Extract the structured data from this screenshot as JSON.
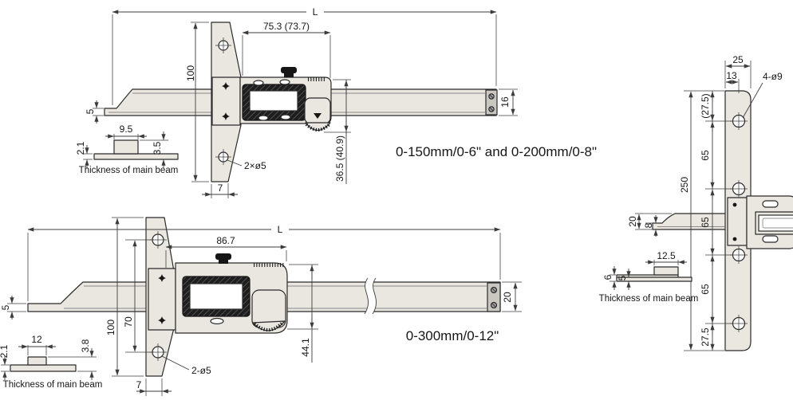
{
  "top_view": {
    "dims": {
      "overall_length": "L",
      "head_width": "75.3 (73.7)",
      "base_height": "100",
      "tip_height": "5",
      "beam_end_height": "16",
      "head_depth": "36.5 (40.9)",
      "base_holes": "2×ø5",
      "base_width": "7",
      "section_width": "9.5",
      "section_left": "2.1",
      "section_right": "3.5"
    },
    "note": "Thickness of main beam",
    "range_label": "0-150mm/0-6\" and 0-200mm/0-8\""
  },
  "bottom_view": {
    "dims": {
      "overall_length": "L",
      "head_width": "86.7",
      "base_height": "100",
      "hole_span": "70",
      "tip_height": "5",
      "beam_end_height": "20",
      "head_depth": "44.1",
      "base_holes": "2-ø5",
      "base_width": "7",
      "section_width": "12",
      "section_left": "2.1",
      "section_right": "3.8"
    },
    "note": "Thickness of main beam",
    "range_label": "0-300mm/0-12\""
  },
  "side_view": {
    "dims": {
      "plate_width": "25",
      "hole_offset": "13",
      "plate_holes": "4-ø9",
      "top_offset": "(27.5)",
      "plate_height": "250",
      "hole_pitch_1": "65",
      "hole_pitch_2": "65",
      "hole_pitch_3": "65",
      "bottom_offset": "27.5",
      "beam_height": "20",
      "tip_height": "8",
      "section_width": "12.5",
      "section_outer": "6",
      "section_inner": "5"
    },
    "note": "Thickness of main beam"
  },
  "colors": {
    "body_fill": "#eae6e0",
    "line": "#2b2b2b",
    "dim_line": "#3c3c3c",
    "lcd_bezel": "#1e1e1e"
  }
}
